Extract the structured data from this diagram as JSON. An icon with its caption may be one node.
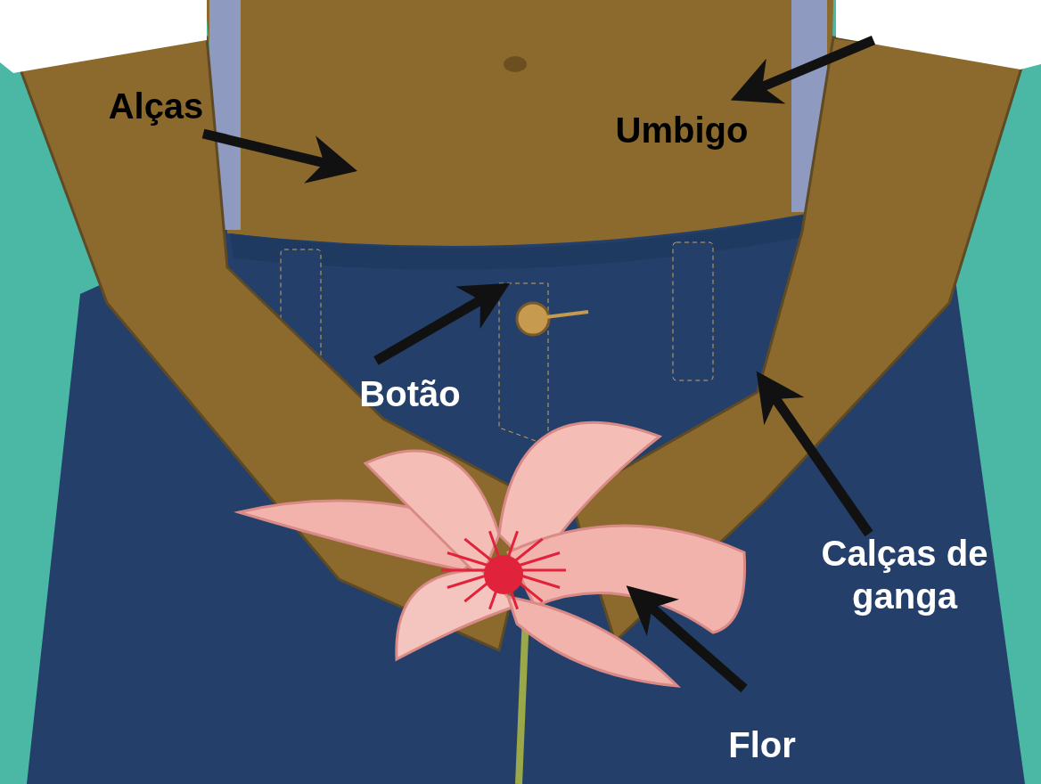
{
  "diagram": {
    "nodes": [
      {
        "text": [
          "Alças"
        ]
      },
      {
        "text": [
          "Umbigo"
        ]
      },
      {
        "text": [
          "Botão"
        ]
      },
      {
        "text": [
          "Calças de ganga"
        ]
      },
      {
        "text": [
          "Flor"
        ]
      }
    ],
    "edges": [
      {
        "from": 0,
        "to": null,
        "arrow": "to"
      },
      {
        "from": null,
        "to": 1,
        "arrow": "to"
      },
      {
        "from": 2,
        "to": null,
        "arrow": "to"
      },
      {
        "from": 3,
        "to": null,
        "arrow": "to"
      },
      {
        "from": 4,
        "to": null,
        "arrow": "to"
      }
    ]
  }
}
